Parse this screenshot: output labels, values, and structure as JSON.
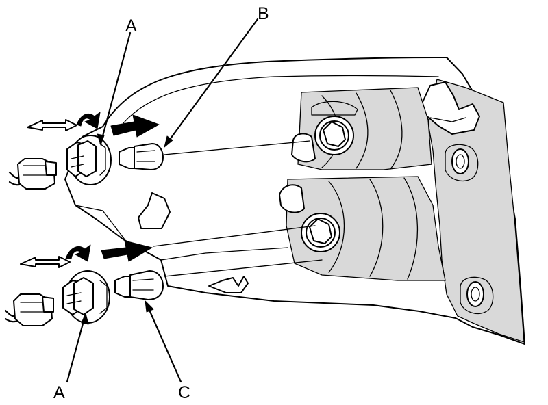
{
  "callouts": {
    "a_top": "A",
    "b": "B",
    "a_bottom": "A",
    "c": "C"
  }
}
